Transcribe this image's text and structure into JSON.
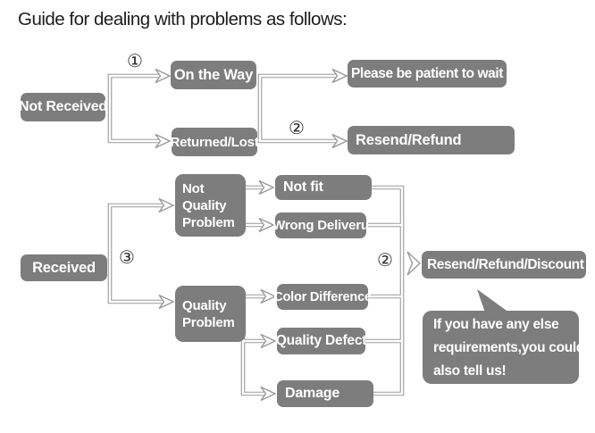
{
  "title": "Guide for dealing with problems as follows:",
  "colors": {
    "box": "#7d7d7d",
    "line": "#9a9a9a",
    "text": "#ffffff",
    "title": "#1d1d1d",
    "page_bg": "#ffffff"
  },
  "steps": {
    "one": "①",
    "two_top": "②",
    "three": "③",
    "two_right": "②"
  },
  "nodes": {
    "not_received": "Not Received",
    "on_the_way": "On the Way",
    "returned_lost": "Returned/Lost",
    "please_be_patient": "Please be patient to wait",
    "resend_refund": "Resend/Refund",
    "received": "Received",
    "not_quality_problem": {
      "line1": "Not",
      "line2": "Quality",
      "line3": "Problem"
    },
    "quality_problem": {
      "line1": "Quality",
      "line2": "Problem"
    },
    "not_fit": "Not fit",
    "wrong_deliveru": "Wrong Deliveru",
    "color_difference": "Color Difference",
    "quality_defect": "Quality Defect",
    "damage": "Damage",
    "resend_refund_discount": "Resend/Refund/Discount"
  },
  "bubble": {
    "line1": "If you have any else",
    "line2": "requirements,you could",
    "line3": "also tell us!"
  }
}
